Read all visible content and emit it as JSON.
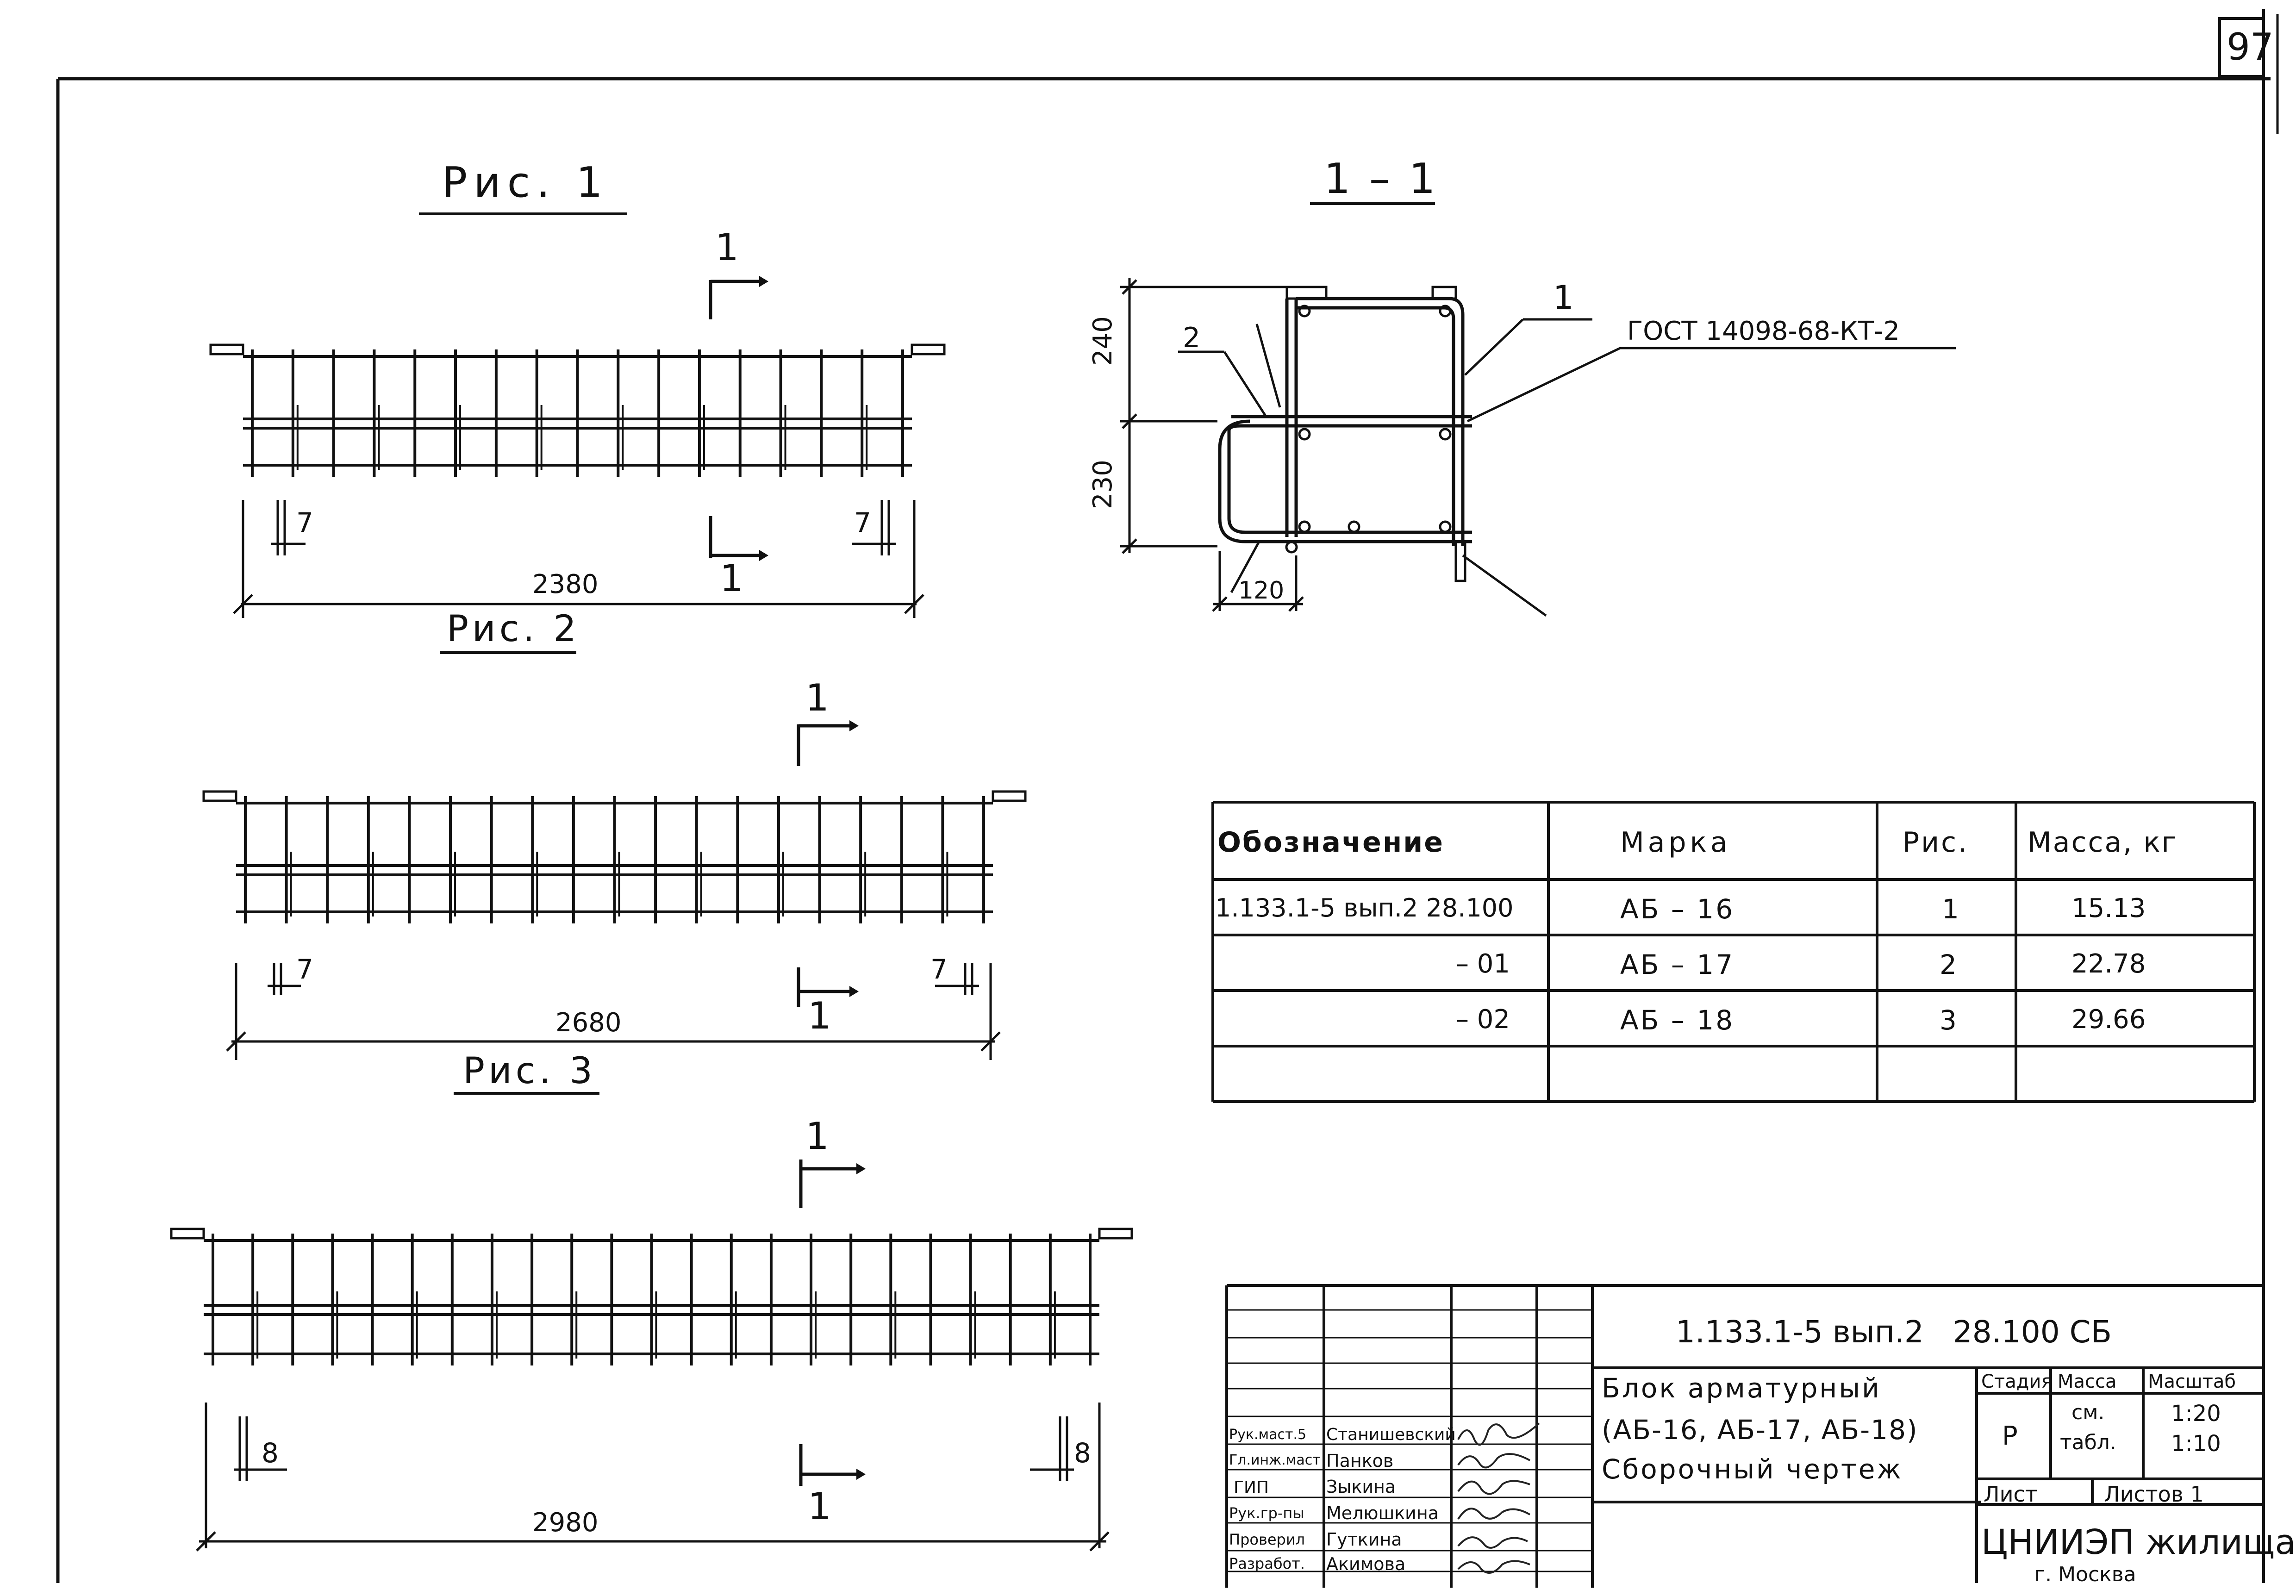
{
  "sheet_number": "97",
  "figures": [
    {
      "title": "Рис. 1",
      "section_mark": "1",
      "length": "2380",
      "end_offset_left": "7",
      "end_offset_right": "7"
    },
    {
      "title": "Рис. 2",
      "section_mark": "1",
      "length": "2680",
      "end_offset_left": "7",
      "end_offset_right": "7"
    },
    {
      "title": "Рис. 3",
      "section_mark": "1",
      "length": "2980",
      "end_offset_left": "8",
      "end_offset_right": "8"
    }
  ],
  "section": {
    "title": "1 – 1",
    "dim_top": "240",
    "dim_bottom": "230",
    "dim_width": "120",
    "callout_1": "1",
    "callout_2": "2",
    "weld_note": "ГОСТ 14098-68-КТ-2"
  },
  "spec_table": {
    "headers": [
      "Обозначение",
      "Марка",
      "Рис.",
      "Масса, кг"
    ],
    "rows": [
      [
        "1.133.1-5 вып.2 28.100",
        "АБ – 16",
        "1",
        "15.13"
      ],
      [
        "– 01",
        "АБ – 17",
        "2",
        "22.78"
      ],
      [
        "– 02",
        "АБ – 18",
        "3",
        "29.66"
      ],
      [
        "",
        "",
        "",
        ""
      ]
    ]
  },
  "title_block": {
    "document_code": "1.133.1-5 вып.2   28.100 СБ",
    "description_lines": [
      "Блок арматурный",
      "(АБ-16, АБ-17, АБ-18)",
      "Сборочный чертеж"
    ],
    "stage_header": "Стадия",
    "mass_header": "Масса",
    "scale_header": "Масштаб",
    "stage": "Р",
    "mass_lines": [
      "см.",
      "табл."
    ],
    "scale_lines": [
      "1:20",
      "1:10"
    ],
    "sheet_label": "Лист",
    "sheets_label": "Листов 1",
    "organization": "ЦНИИЭП жилища",
    "city": "г. Москва",
    "signatures": [
      {
        "role": "Рук.маст.5",
        "name": "Станишевский"
      },
      {
        "role": "Гл.инж.маст",
        "name": "Панков"
      },
      {
        "role": "ГИП",
        "name": "Зыкина"
      },
      {
        "role": "Рук.гр-пы",
        "name": "Мелюшкина"
      },
      {
        "role": "Проверил",
        "name": "Гуткина"
      },
      {
        "role": "Разработ.",
        "name": "Акимова"
      }
    ]
  }
}
